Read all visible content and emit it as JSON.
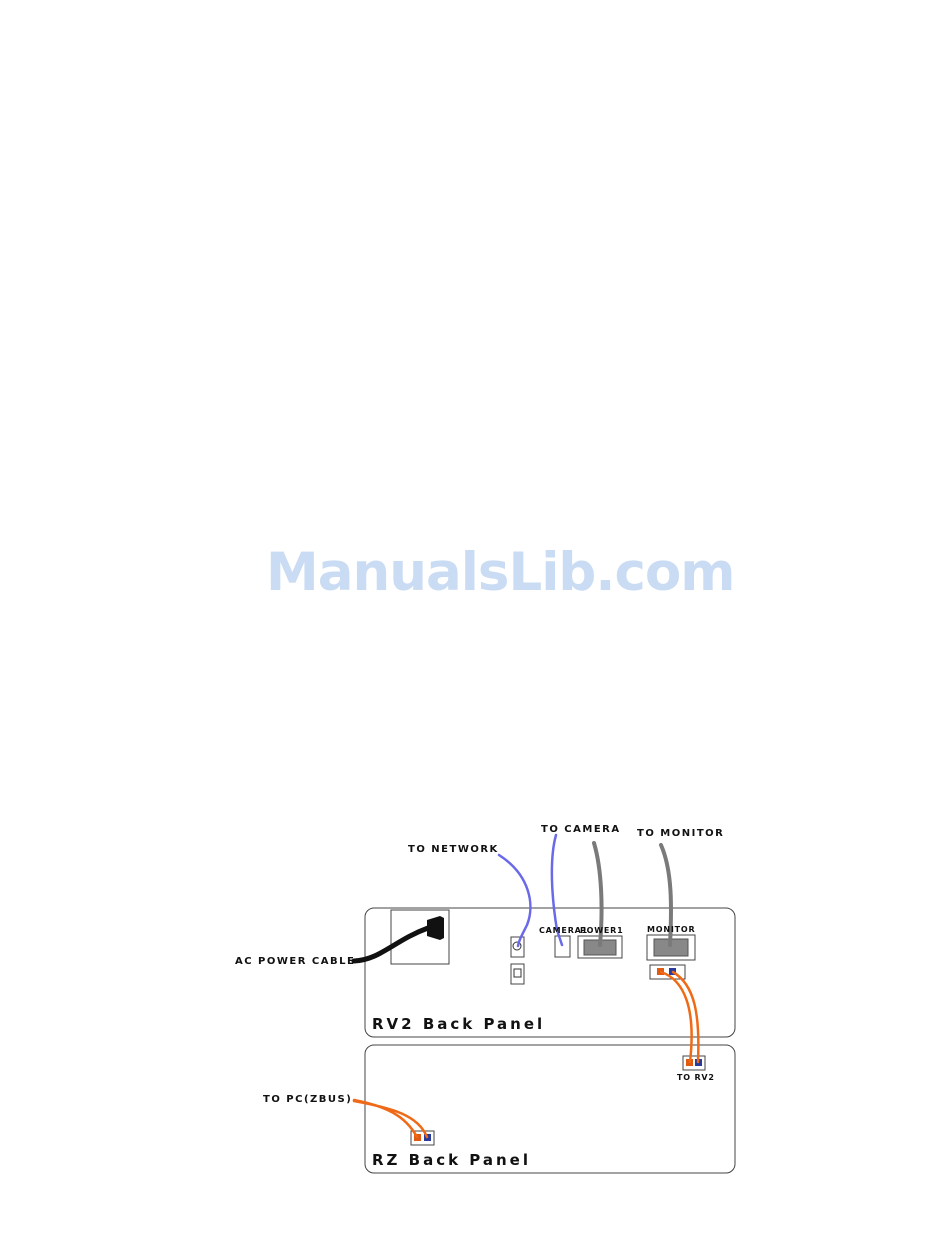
{
  "watermark": "ManualsLib.com",
  "labels": {
    "to_network": "To Network",
    "to_camera": "To Camera",
    "to_monitor": "To Monitor",
    "ac_power_cable": "AC Power Cable",
    "to_pc": "To PC(zBUS)",
    "to_rv2": "To RV2",
    "camera1": "Camera1",
    "power1": "Power1",
    "monitor": "Monitor"
  },
  "panels": {
    "rv2": "RV2 Back Panel",
    "rz": "RZ Back Panel"
  },
  "colors": {
    "network_cable": "#6a6ae8",
    "camera_cable": "#7a7a7a",
    "zbus_cable": "#ef6a17",
    "power_cable": "#111111"
  }
}
